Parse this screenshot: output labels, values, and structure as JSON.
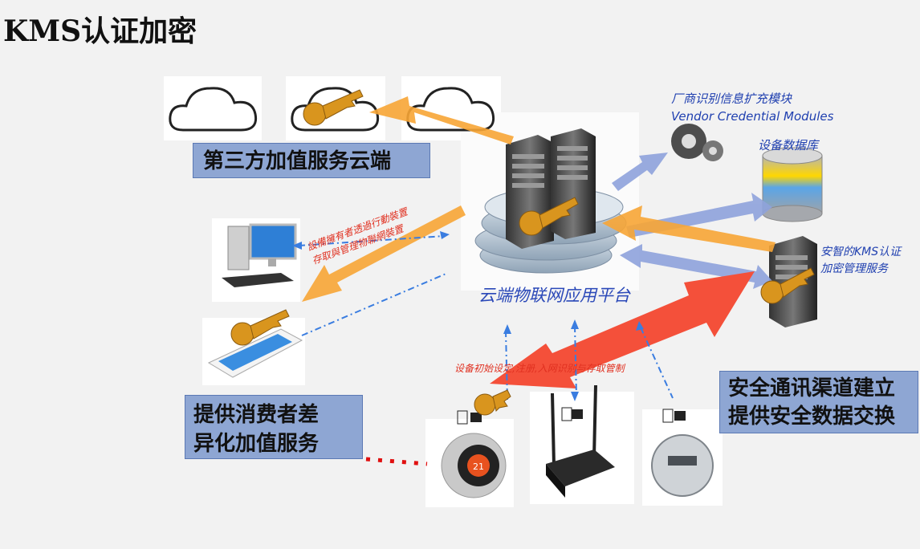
{
  "title": "KMS认证加密",
  "boxes": {
    "third_party": "第三方加值服务云端",
    "consumer": [
      "提供消费者差",
      "异化加值服务"
    ],
    "secure": [
      "安全通讯渠道建立",
      "提供安全数据交换"
    ]
  },
  "labels": {
    "platform": "云端物联网应用平台",
    "vendor": [
      "厂商识别信息扩充模块",
      "Vendor  Credential  Modules"
    ],
    "database": "设备数据库",
    "kms_service": [
      "安智的KMS认证",
      "加密管理服务"
    ],
    "device_init": "设备初始设定,注册,入网识别与存取管制",
    "consumer_devices": [
      "設備擁有者透過行動裝置",
      "存取與管理物聯網裝置"
    ]
  },
  "thermostat_value": "21",
  "colors": {
    "box_fill": "#8ea6d3",
    "arrow_orange": "#f7a535",
    "arrow_blue": "#8fa3dc",
    "arrow_red": "#f4503a",
    "key_gold": "#d9951e",
    "dashed_blue": "#3a7de0",
    "dotted_red": "#e01010"
  },
  "icons": [
    "cloud-icon",
    "key-icon",
    "server-icon",
    "gear-icon",
    "database-icon",
    "desktop-icon",
    "smartphone-icon",
    "thermostat-icon",
    "router-icon",
    "meter-icon",
    "chip-icon"
  ]
}
